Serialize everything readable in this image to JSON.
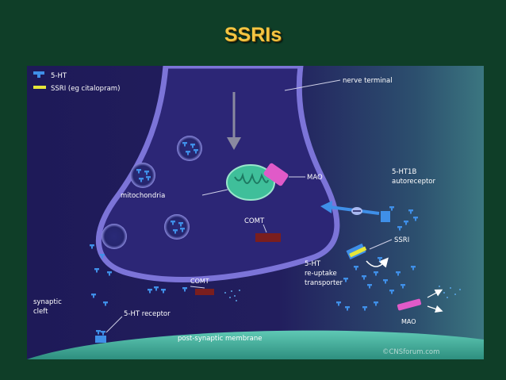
{
  "slide": {
    "title": "SSRIs"
  },
  "legend": {
    "items": [
      {
        "icon": "5ht-molecule-icon",
        "label": "5-HT",
        "color": "#3f8fe8"
      },
      {
        "icon": "ssri-molecule-icon",
        "label": "SSRI (eg citalopram)",
        "color": "#e6e63a"
      }
    ]
  },
  "labels": {
    "nerve_terminal": "nerve terminal",
    "mao": "MAO",
    "mitochondria": "mitochondria",
    "comt": "COMT",
    "autoreceptor_line1": "5-HT1B",
    "autoreceptor_line2": "autoreceptor",
    "ssri": "SSRI",
    "transporter_line1": "5-HT",
    "transporter_line2": "re-uptake",
    "transporter_line3": "transporter",
    "synaptic_cleft_line1": "synaptic",
    "synaptic_cleft_line2": "cleft",
    "receptor": "5-HT receptor",
    "comt_cleft": "COMT",
    "mao_cleft": "MAO",
    "membrane": "post-synaptic membrane",
    "copyright": "©CNSforum.com"
  },
  "colors": {
    "serotonin": "#3f8fe8",
    "ssri": "#e6e63a",
    "mao": "#e05ac8",
    "comt": "#7a1e1e",
    "mitochondria": "#3fbf9a",
    "membrane": "#3aa592",
    "title": "#f4c542"
  }
}
